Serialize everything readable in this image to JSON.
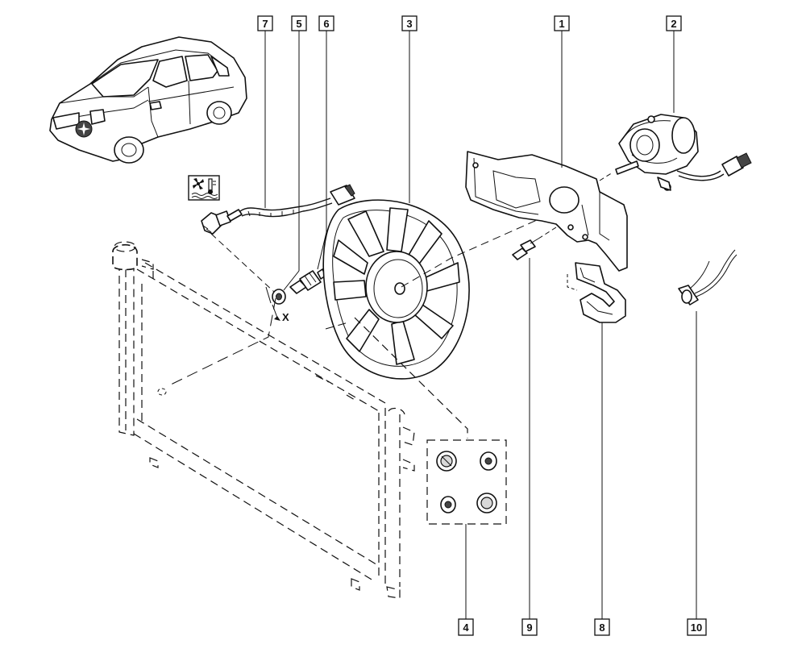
{
  "callouts": [
    {
      "id": "1",
      "label": "1"
    },
    {
      "id": "2",
      "label": "2"
    },
    {
      "id": "3",
      "label": "3"
    },
    {
      "id": "4",
      "label": "4"
    },
    {
      "id": "5",
      "label": "5"
    },
    {
      "id": "6",
      "label": "6"
    },
    {
      "id": "7",
      "label": "7"
    },
    {
      "id": "8",
      "label": "8"
    },
    {
      "id": "9",
      "label": "9"
    },
    {
      "id": "10",
      "label": "10"
    }
  ],
  "marks": {
    "x_label": "X"
  },
  "icons": {
    "fan_temperature_symbol": "fan-temperature-icon"
  }
}
